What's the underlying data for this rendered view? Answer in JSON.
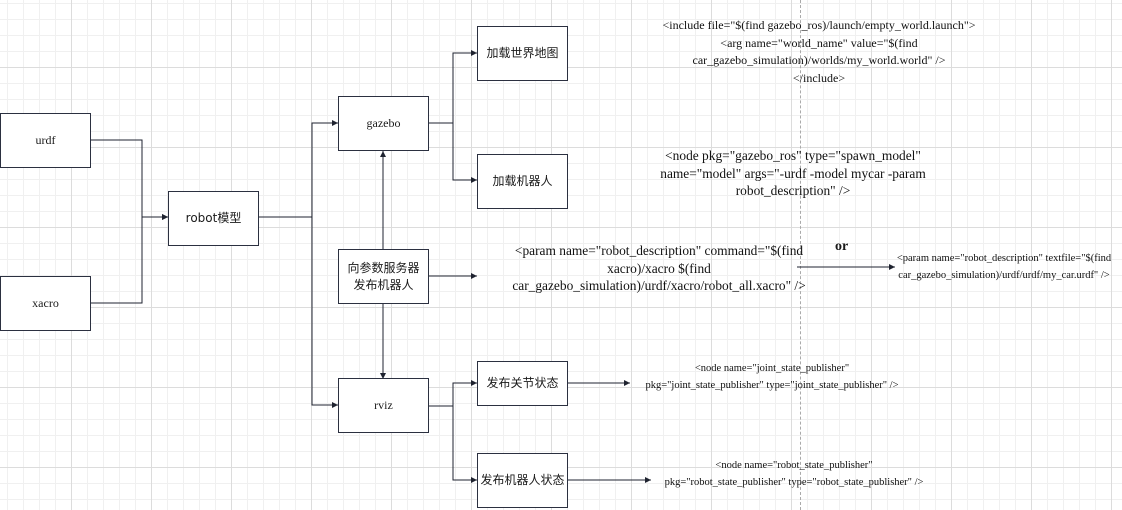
{
  "nodes": {
    "urdf": "urdf",
    "xacro": "xacro",
    "robot_model": "robot模型",
    "gazebo": "gazebo",
    "param_server": "向参数服务器发布机器人",
    "rviz": "rviz",
    "load_world": "加载世界地图",
    "load_robot": "加载机器人",
    "pub_joint_state": "发布关节状态",
    "pub_robot_state": "发布机器人状态"
  },
  "notes": {
    "world_launch": [
      "<include file=\"$(find gazebo_ros)/launch/empty_world.launch\">",
      "<arg name=\"world_name\" value=\"$(find",
      "car_gazebo_simulation)/worlds/my_world.world\" />",
      "</include>"
    ],
    "spawn_model": [
      "<node pkg=\"gazebo_ros\" type=\"spawn_model\"",
      "name=\"model\" args=\"-urdf -model mycar -param",
      "robot_description\"  />"
    ],
    "param_command": [
      "<param name=\"robot_description\" command=\"$(find",
      "xacro)/xacro $(find",
      "car_gazebo_simulation)/urdf/xacro/robot_all.xacro\" />"
    ],
    "or_label": "or",
    "param_textfile": [
      "<param name=\"robot_description\" textfile=\"$(find",
      "car_gazebo_simulation)/urdf/urdf/my_car.urdf\" />"
    ],
    "joint_state_publisher": [
      "<node name=\"joint_state_publisher\"",
      "pkg=\"joint_state_publisher\" type=\"joint_state_publisher\" />"
    ],
    "robot_state_publisher": [
      "<node name=\"robot_state_publisher\"",
      "pkg=\"robot_state_publisher\" type=\"robot_state_publisher\" />"
    ]
  },
  "colors": {
    "stroke": "#2b3040",
    "grid_major": "#dcdcdc",
    "grid_minor": "#f0f0f0"
  }
}
